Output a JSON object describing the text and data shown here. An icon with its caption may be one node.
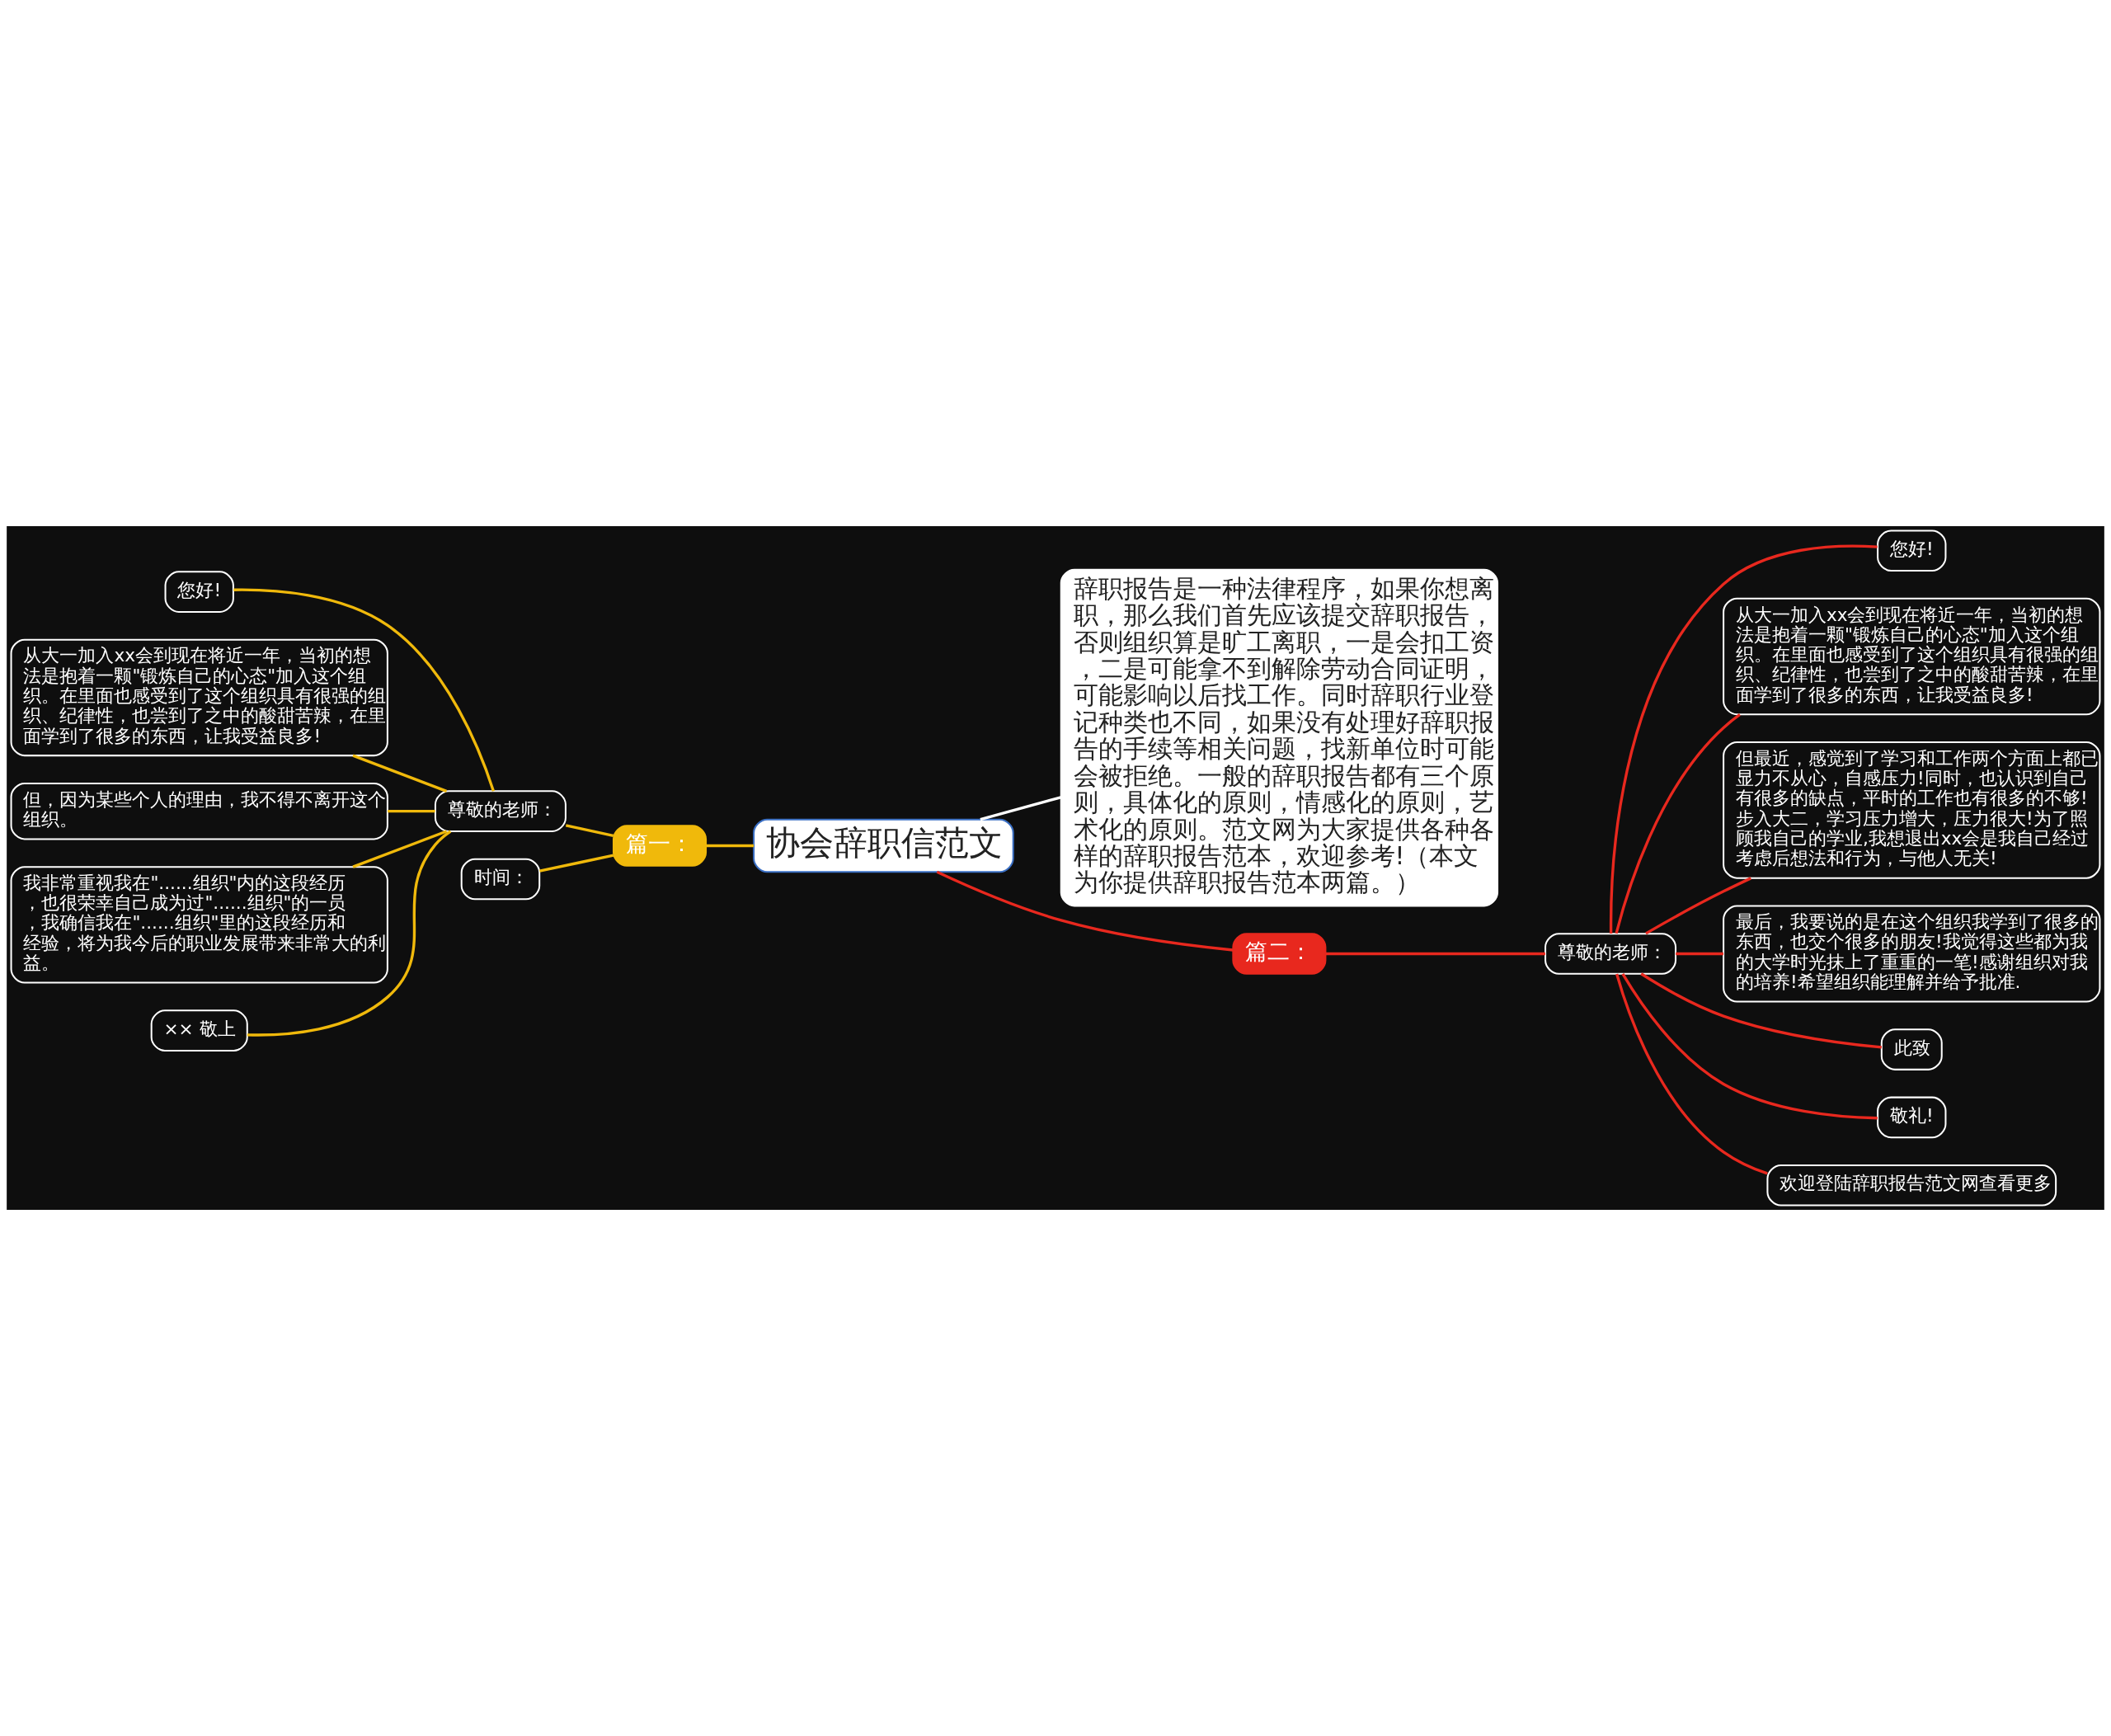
{
  "diagram": {
    "nodes": [
      {
        "text": [
          "协会辞职信范文"
        ]
      },
      {
        "text": [
          "辞职报告是一种法律程序，如果你想离职，那么我们首先应该提交辞职报告，否则组织算是旷工离职，一是会扣工资，二是可能拿不到解除劳动合同证明，可能影响以后找工作。同时辞职行业登记种类也不同，如果没有处理好辞职报告的手续等相关问题，找新单位时可能会被拒绝。一般的辞职报告都有三个原则，具体化的原则，情感化的原则，艺术化的原则。范文网为大家提供各种各样的辞职报告范本，欢迎参考!（本文为你提供辞职报告范本两篇。）"
        ]
      },
      {
        "text": [
          "篇一："
        ]
      },
      {
        "text": [
          "尊敬的老师："
        ]
      },
      {
        "text": [
          "您好!"
        ]
      },
      {
        "text": [
          "从大一加入xx会到现在将近一年，当初的想法是抱着一颗\"锻炼自己的心态\"加入这个组织。在里面也感受到了这个组织具有很强的组织、纪律性，也尝到了之中的酸甜苦辣，在里面学到了很多的东西，让我受益良多!"
        ]
      },
      {
        "text": [
          "但，因为某些个人的理由，我不得不离开这个组织。"
        ]
      },
      {
        "text": [
          "我非常重视我在\"......组织\"内的这段经历，也很荣幸自己成为过\"......组织\"的一员，我确信我在\"......组织\"里的这段经历和经验，将为我今后的职业发展带来非常大的利益。"
        ]
      },
      {
        "text": [
          "×× 敬上"
        ]
      },
      {
        "text": [
          "时间："
        ]
      },
      {
        "text": [
          "篇二："
        ]
      },
      {
        "text": [
          "尊敬的老师："
        ]
      },
      {
        "text": [
          "您好!"
        ]
      },
      {
        "text": [
          "从大一加入xx会到现在将近一年，当初的想法是抱着一颗\"锻炼自己的心态\"加入这个组织。在里面也感受到了这个组织具有很强的组织、纪律性，也尝到了之中的酸甜苦辣，在里面学到了很多的东西，让我受益良多!"
        ]
      },
      {
        "text": [
          "但最近，感觉到了学习和工作两个方面上都已显力不从心，自感压力!同时，也认识到自己有很多的缺点，平时的工作也有很多的不够!步入大二，学习压力增大，压力很大!为了照顾我自己的学业,我想退出xx会是我自己经过考虑后想法和行为，与他人无关!"
        ]
      },
      {
        "text": [
          "最后，我要说的是在这个组织我学到了很多的东西，也交个很多的朋友!我觉得这些都为我的大学时光抹上了重重的一笔!感谢组织对我的培养!希望组织能理解并给予批准."
        ]
      },
      {
        "text": [
          "此致"
        ]
      },
      {
        "text": [
          "敬礼!"
        ]
      },
      {
        "text": [
          "欢迎登陆辞职报告范文网查看更多"
        ]
      }
    ],
    "edges": [
      {
        "from": 0,
        "to": 1,
        "arrow": "none",
        "color": "#ffffff"
      },
      {
        "from": 0,
        "to": 2,
        "arrow": "none",
        "color": "#f0b90b"
      },
      {
        "from": 2,
        "to": 3,
        "arrow": "none",
        "color": "#f0b90b"
      },
      {
        "from": 3,
        "to": 4,
        "arrow": "none",
        "color": "#f0b90b"
      },
      {
        "from": 3,
        "to": 5,
        "arrow": "none",
        "color": "#f0b90b"
      },
      {
        "from": 3,
        "to": 6,
        "arrow": "none",
        "color": "#f0b90b"
      },
      {
        "from": 3,
        "to": 7,
        "arrow": "none",
        "color": "#f0b90b"
      },
      {
        "from": 3,
        "to": 8,
        "arrow": "none",
        "color": "#f0b90b"
      },
      {
        "from": 2,
        "to": 9,
        "arrow": "none",
        "color": "#f0b90b"
      },
      {
        "from": 0,
        "to": 10,
        "arrow": "none"
      },
      {
        "from": 10,
        "to": 11,
        "arrow": "none"
      },
      {
        "from": 11,
        "to": 12,
        "arrow": "none"
      },
      {
        "from": 11,
        "to": 13,
        "arrow": "none"
      },
      {
        "from": 11,
        "to": 14,
        "arrow": "none"
      },
      {
        "from": 11,
        "to": 15,
        "arrow": "none"
      },
      {
        "from": 11,
        "to": 16,
        "arrow": "none"
      },
      {
        "from": 11,
        "to": 17,
        "arrow": "none"
      },
      {
        "from": 11,
        "to": 18,
        "arrow": "none"
      }
    ]
  }
}
